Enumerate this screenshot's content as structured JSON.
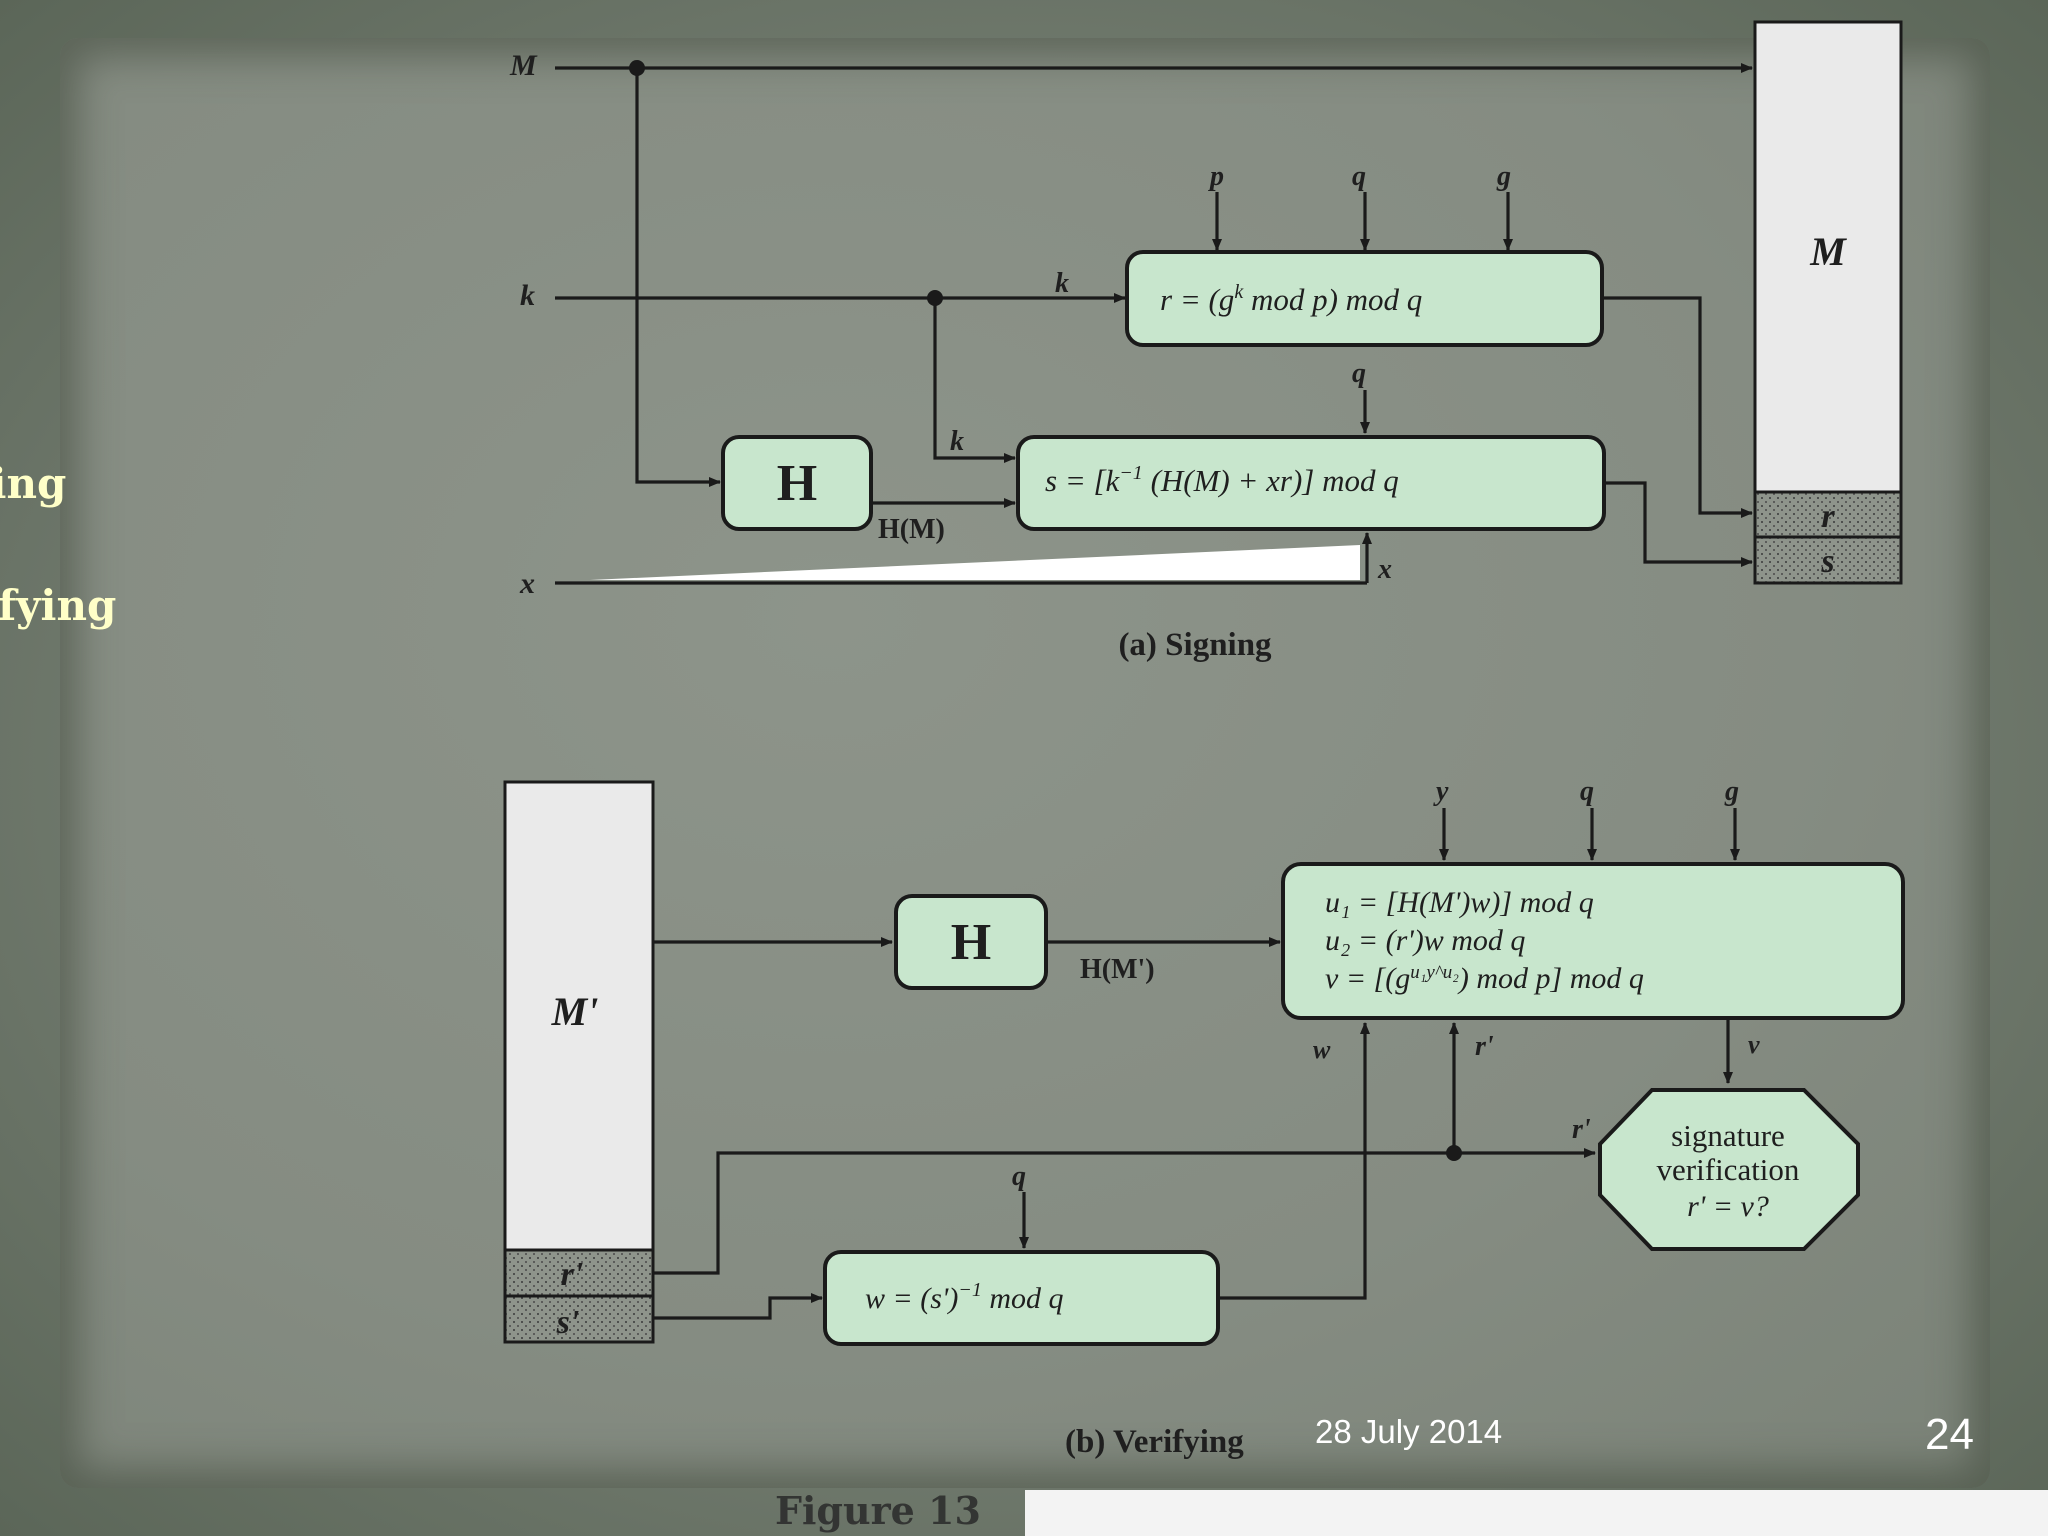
{
  "side_title": [
    "A",
    "ning",
    "d",
    "rifying"
  ],
  "footer": {
    "date": "28 July 2014",
    "page": "24",
    "figure": "Figure 13"
  },
  "signing": {
    "caption": "(a) Signing",
    "input_M": "M",
    "input_k": "k",
    "input_x": "x",
    "label_p": "p",
    "label_q": "q",
    "label_g": "g",
    "label_q2": "q",
    "label_k_r": "k",
    "label_k_s": "k",
    "label_x_s": "x",
    "r_formula": "r = (g",
    "r_formula_sup": "k",
    "r_formula_rest": " mod p) mod q",
    "s_formula": "s = [k",
    "s_formula_sup": "−1",
    "s_formula_rest": " (H(M) + xr)] mod q",
    "hash_box": "H",
    "hash_out": "H(M)",
    "out_M": "M",
    "out_r": "r",
    "out_s": "s"
  },
  "verifying": {
    "caption": "(b) Verifying",
    "in_M": "M'",
    "in_r": "r'",
    "in_s": "s'",
    "hash_box": "H",
    "hash_out": "H(M')",
    "label_y": "y",
    "label_q": "q",
    "label_g": "g",
    "label_q_w": "q",
    "label_w": "w",
    "label_r1": "r'",
    "label_r2": "r'",
    "label_v": "v",
    "u1_formula": "u₁ = [H(M')w)] mod q",
    "u2_formula": "u₂ = (r')w mod q",
    "v_formula": "v =  [(g",
    "v_formula_sup": "u₁y^u₂",
    "v_formula_rest": ") mod p] mod q",
    "w_formula": "w = (s')",
    "w_formula_sup": "−1",
    "w_formula_rest": " mod q",
    "verif_line1": "signature",
    "verif_line2": "verification",
    "verif_line3": "r' = v?"
  }
}
